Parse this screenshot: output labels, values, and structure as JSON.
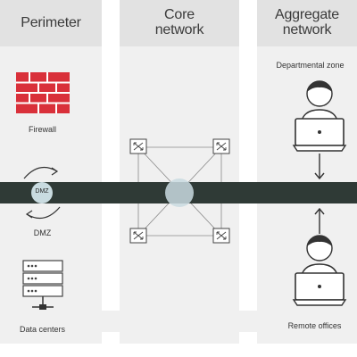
{
  "columns": {
    "perimeter": {
      "title": "Perimeter"
    },
    "core": {
      "title_line1": "Core",
      "title_line2": "network"
    },
    "aggregate": {
      "title_line1": "Aggregate",
      "title_line2": "network"
    }
  },
  "labels": {
    "firewall": "Firewall",
    "dmz_badge": "DMZ",
    "dmz": "DMZ",
    "data_centers": "Data centers",
    "departmental_zone": "Departmental zone",
    "remote_offices": "Remote offices"
  },
  "icons": {
    "firewall": "firewall-icon",
    "dmz": "dmz-cycle-icon",
    "server": "server-rack-icon",
    "switch": "network-switch-icon",
    "user": "user-at-laptop-icon"
  },
  "colors": {
    "firewall": "#d9303a",
    "band": "#2f3a36",
    "column_bg": "#f0f0f0",
    "column_head": "#e2e2e2",
    "accent_circle": "#c9dbe0"
  }
}
